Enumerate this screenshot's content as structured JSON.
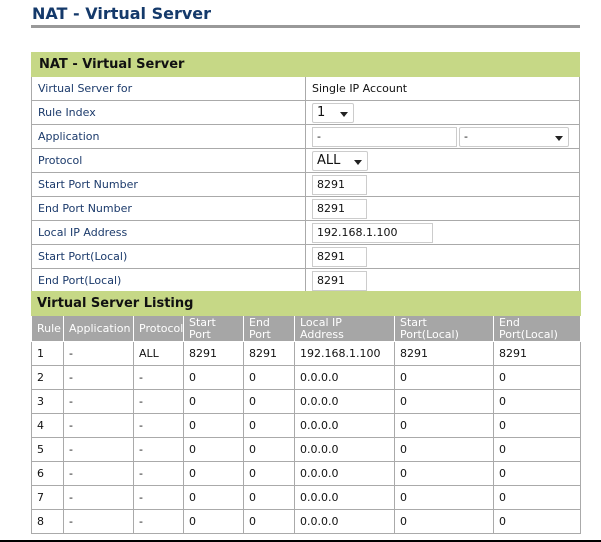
{
  "page_title": "NAT - Virtual Server",
  "form": {
    "section_title": "NAT - Virtual Server",
    "virtual_server_for": {
      "label": "Virtual Server for",
      "value": "Single IP Account"
    },
    "rule_index": {
      "label": "Rule Index",
      "value": "1"
    },
    "application": {
      "label": "Application",
      "text_value": "-",
      "select_value": "-"
    },
    "protocol": {
      "label": "Protocol",
      "value": "ALL"
    },
    "start_port": {
      "label": "Start Port Number",
      "value": "8291"
    },
    "end_port": {
      "label": "End Port Number",
      "value": "8291"
    },
    "local_ip": {
      "label": "Local IP Address",
      "value": "192.168.1.100"
    },
    "start_port_local": {
      "label": "Start Port(Local)",
      "value": "8291"
    },
    "end_port_local": {
      "label": "End Port(Local)",
      "value": "8291"
    }
  },
  "listing": {
    "section_title": "Virtual Server Listing",
    "columns": [
      "Rule",
      "Application",
      "Protocol",
      "Start Port",
      "End Port",
      "Local IP Address",
      "Start Port(Local)",
      "End Port(Local)"
    ],
    "rows": [
      [
        "1",
        "-",
        "ALL",
        "8291",
        "8291",
        "192.168.1.100",
        "8291",
        "8291"
      ],
      [
        "2",
        "-",
        "-",
        "0",
        "0",
        "0.0.0.0",
        "0",
        "0"
      ],
      [
        "3",
        "-",
        "-",
        "0",
        "0",
        "0.0.0.0",
        "0",
        "0"
      ],
      [
        "4",
        "-",
        "-",
        "0",
        "0",
        "0.0.0.0",
        "0",
        "0"
      ],
      [
        "5",
        "-",
        "-",
        "0",
        "0",
        "0.0.0.0",
        "0",
        "0"
      ],
      [
        "6",
        "-",
        "-",
        "0",
        "0",
        "0.0.0.0",
        "0",
        "0"
      ],
      [
        "7",
        "-",
        "-",
        "0",
        "0",
        "0.0.0.0",
        "0",
        "0"
      ],
      [
        "8",
        "-",
        "-",
        "0",
        "0",
        "0.0.0.0",
        "0",
        "0"
      ]
    ]
  }
}
